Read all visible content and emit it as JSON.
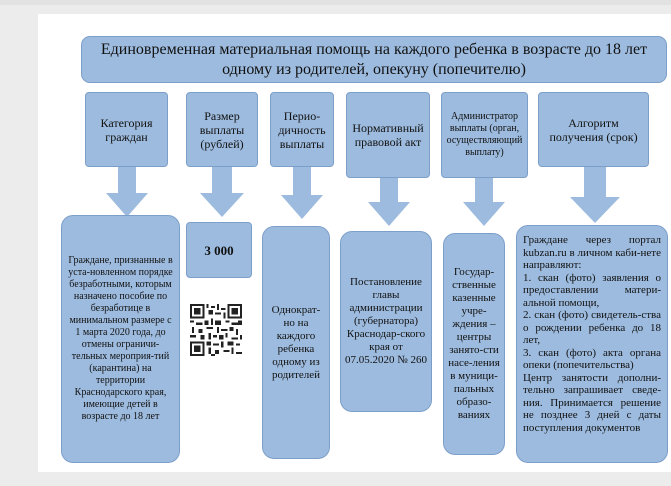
{
  "title": "Единовременная материальная помощь на каждого ребенка в возрасте до 18 лет одному из родителей, опекуну (попечителю)",
  "headers": {
    "category": "Категория граждан",
    "amount": "Размер выплаты (рублей)",
    "periodicity": "Перио-дичность выплаты",
    "legal_act": "Нормативный правовой акт",
    "administrator": "Администратор выплаты (орган, осуществляющий выплату)",
    "algorithm": "Алгоритм получения (срок)"
  },
  "cells": {
    "category": "Граждане, признанные в уста-новленном порядке безработными, которым назначено пособие по безработице в минимальном размере с 1 марта 2020 года, до отмены ограничи-тельных мероприя-тий (карантина) на территории Краснодарского края, имеющие детей в возрасте до 18 лет",
    "amount": "3 000",
    "periodicity": "Однократ-но на каждого ребенка одному из родителей",
    "legal_act": "Постановление главы администрации (губернатора) Краснодар-ского края от 07.05.2020 № 260",
    "administrator": "Государ-ственные казенные учре-ждения – центры занято-сти насе-ления в муници-пальных образо-ваниях",
    "algorithm": [
      "Граждане через портал kubzan.ru в личном каби-нете направляют:",
      "1. скан (фото) заявления о предоставлении матери-альной помощи,",
      "2. скан (фото) свидетель-ства о рождении ребенка до 18 лет,",
      "3. скан (фото) акта органа опеки (попечительства)",
      "Центр занятости дополни-тельно запрашивает сведе-ния. Принимается решение не позднее 3 дней с даты поступления документов"
    ]
  },
  "colors": {
    "box": "#9dbbde",
    "arrow": "#9dbbde",
    "border": "#7c9fc9"
  }
}
